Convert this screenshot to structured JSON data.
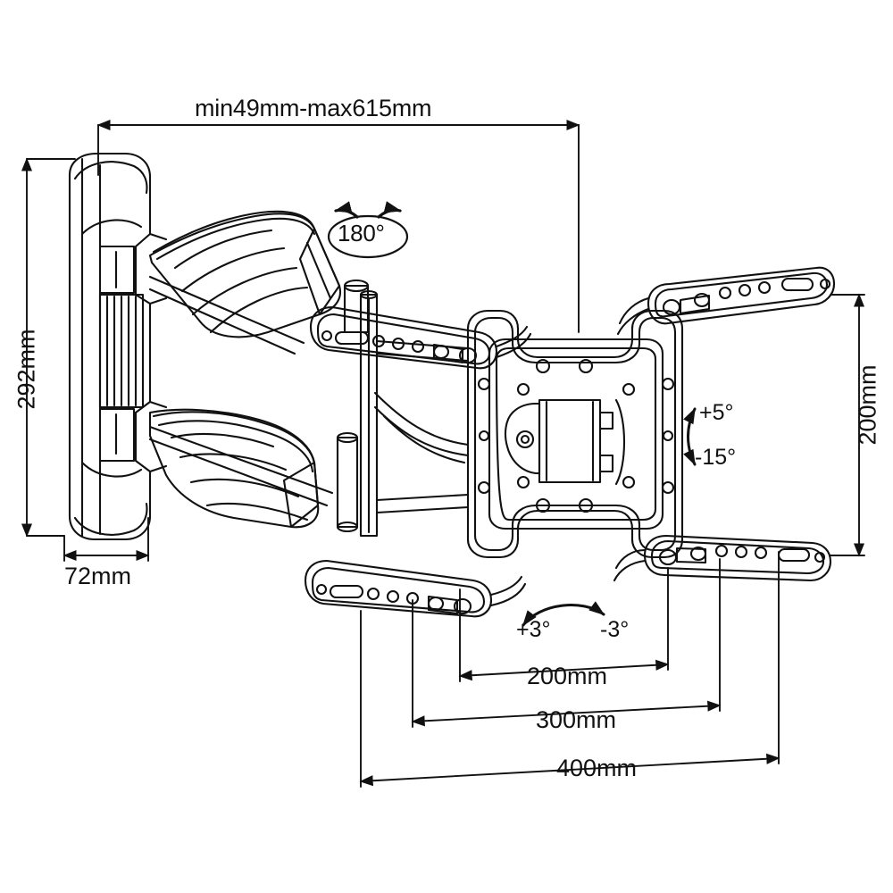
{
  "diagram": {
    "type": "technical-drawing",
    "subject": "full-motion articulating TV wall mount bracket",
    "view": "isometric / three-quarter perspective",
    "line_color": "#111111",
    "background_color": "#ffffff"
  },
  "dimensions": {
    "extension": {
      "label": "min49mm-max615mm",
      "min_mm": 49,
      "max_mm": 615,
      "placement": "top horizontal dimension line"
    },
    "height": {
      "label": "292mm",
      "value_mm": 292,
      "placement": "left vertical dimension line, rotated"
    },
    "wall_plate_width": {
      "label": "72mm",
      "value_mm": 72,
      "placement": "bottom-left short horizontal dimension"
    },
    "vesa_vertical": {
      "label": "200mm",
      "value_mm": 200,
      "placement": "right vertical dimension line, rotated"
    },
    "vesa_horizontal_inner": {
      "label": "200mm",
      "value_mm": 200,
      "placement": "bottom nested dimension, innermost"
    },
    "vesa_horizontal_mid": {
      "label": "300mm",
      "value_mm": 300,
      "placement": "bottom nested dimension, middle"
    },
    "vesa_horizontal_outer": {
      "label": "400mm",
      "value_mm": 400,
      "placement": "bottom nested dimension, outermost"
    }
  },
  "angles": {
    "swivel": {
      "label": "180°",
      "value_deg": 180,
      "icon": "rotation-ellipse-icon",
      "placement": "top center, inside ellipse badge"
    },
    "tilt_up": {
      "label": "+5°",
      "value_deg": 5,
      "placement": "right of VESA plate, upper"
    },
    "tilt_down": {
      "label": "-15°",
      "value_deg": -15,
      "placement": "right of VESA plate, lower"
    },
    "level_left": {
      "label": "+3°",
      "value_deg": 3,
      "placement": "below VESA plate, left"
    },
    "level_right": {
      "label": "-3°",
      "value_deg": -3,
      "placement": "below VESA plate, right"
    }
  },
  "components": {
    "wall_plate": "vertical wall plate with hinge barrels",
    "upper_arm": "upper articulating extension arm",
    "lower_arm": "lower articulating extension arm",
    "vesa_plate": "central VESA mounting plate with bolt holes",
    "brackets": [
      "upper-left mounting rail",
      "upper-right mounting rail",
      "lower-left mounting rail",
      "lower-right mounting rail"
    ],
    "tilt_block": "central tilt mechanism housing"
  }
}
